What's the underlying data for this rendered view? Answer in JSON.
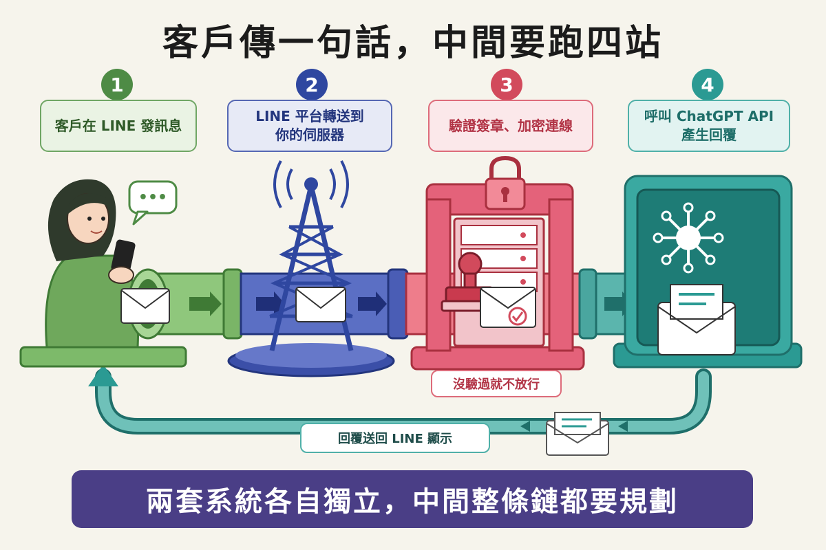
{
  "title": "客戶傳一句話，中間要跑四站",
  "steps": [
    {
      "number": "1",
      "label": "客戶在 LINE 發訊息",
      "color": "#4e8b45"
    },
    {
      "number": "2",
      "label": "LINE 平台轉送到\n你的伺服器",
      "color": "#2f47a0"
    },
    {
      "number": "3",
      "label": "驗證簽章、加密連線",
      "color": "#d24a5c"
    },
    {
      "number": "4",
      "label": "呼叫 ChatGPT API\n產生回覆",
      "color": "#2b9a93"
    }
  ],
  "security_note": "沒驗過就不放行",
  "return_label": "回覆送回 LINE 顯示",
  "chat_bubble": "•••",
  "banner": "兩套系統各自獨立，中間整條鏈都要規劃",
  "colors": {
    "background": "#f6f4ec",
    "green": "#4e8b45",
    "blue": "#2f47a0",
    "red": "#d24a5c",
    "teal": "#2b9a93",
    "banner": "#4a3e86"
  },
  "icons": [
    "chat-bubble-icon",
    "smartphone-icon",
    "envelope-icon",
    "radio-tower-icon",
    "padlock-icon",
    "server-rack-icon",
    "stamp-icon",
    "checkmark-icon",
    "ai-network-icon",
    "return-arrow-icon"
  ]
}
